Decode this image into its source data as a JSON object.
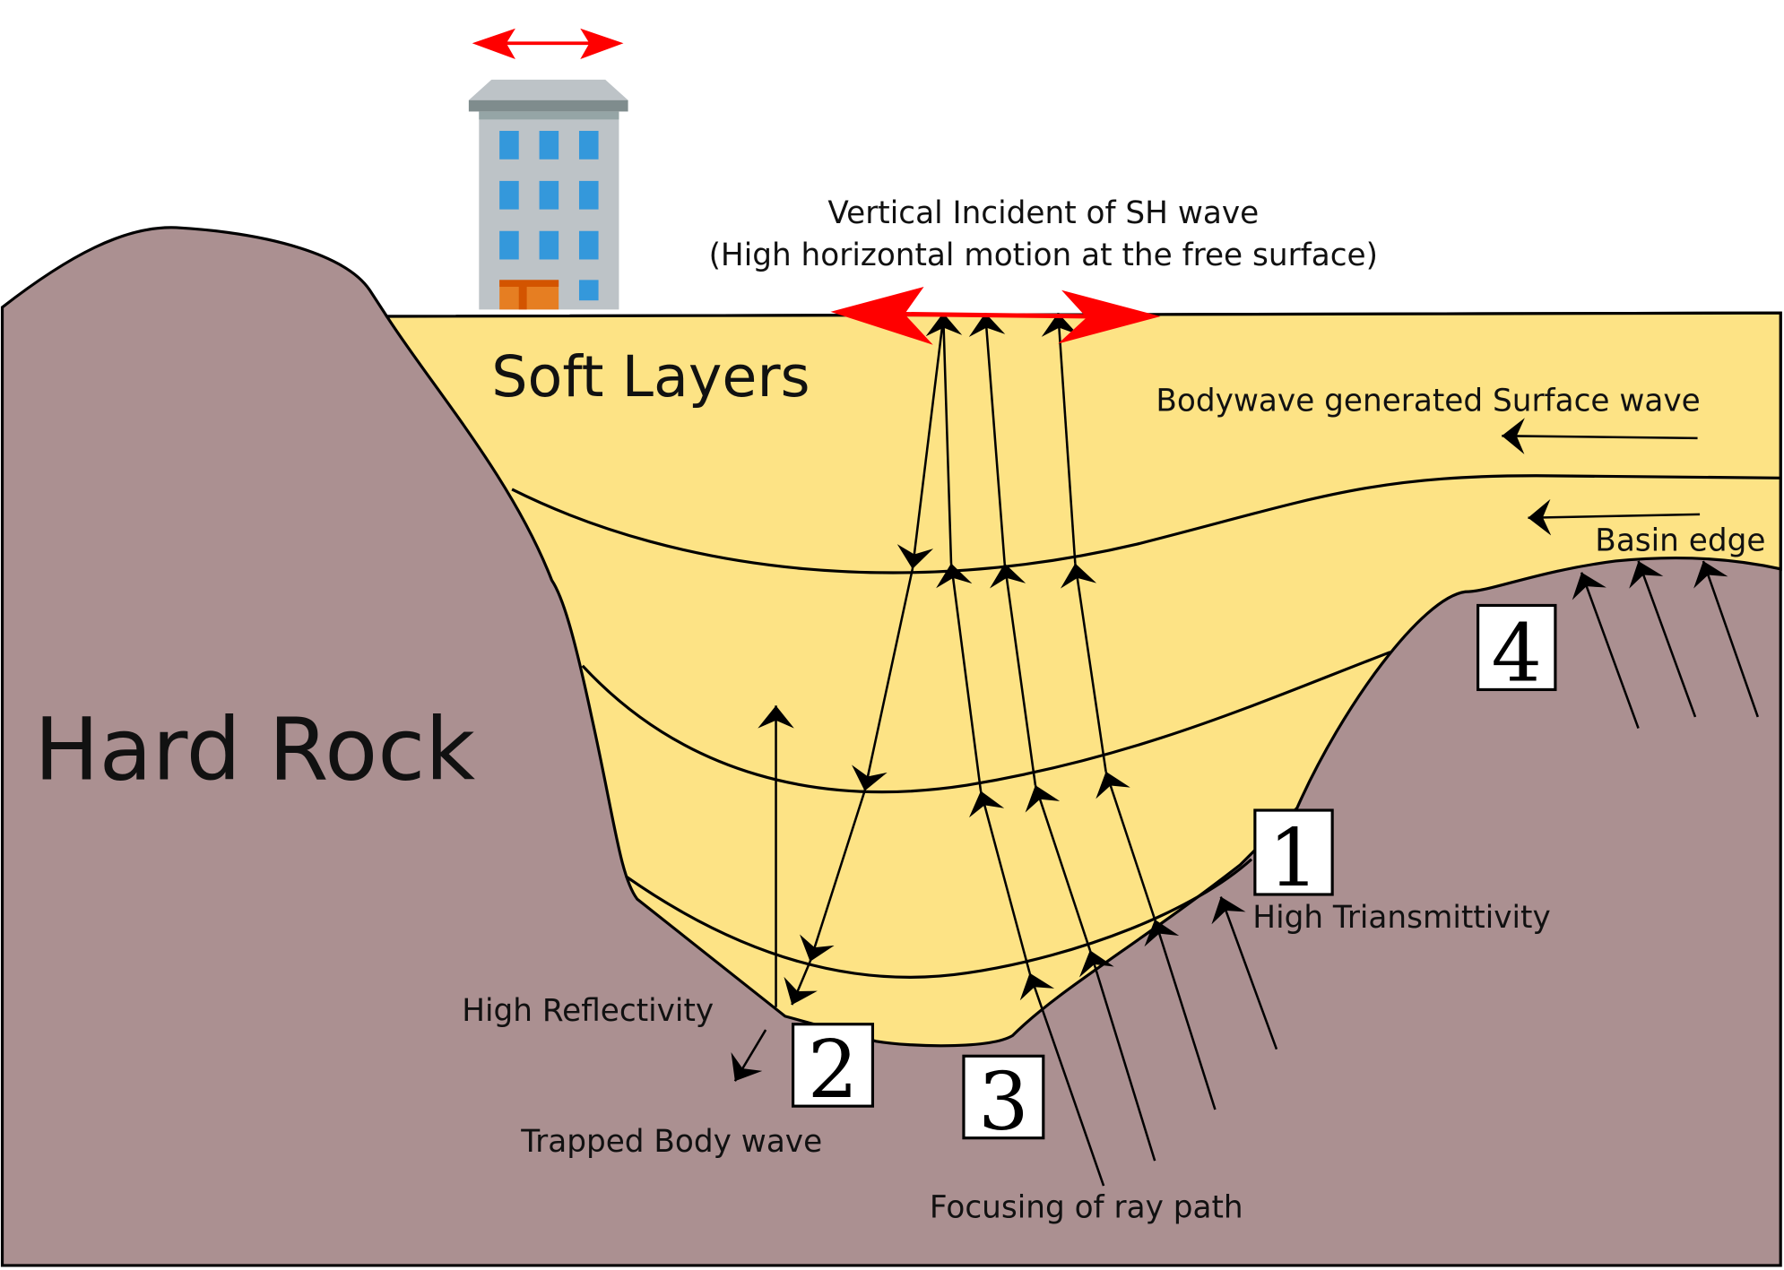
{
  "colors": {
    "hard_rock": "#ab9091",
    "soft_layers": "#fde385",
    "motion_arrow": "#ff0000",
    "window": "#3498db",
    "door": "#e67e22",
    "building": "#bdc3c7"
  },
  "labels": {
    "title_line1": "Vertical Incident of SH wave",
    "title_line2": "(High horizontal motion at the free surface)",
    "soft_layers": "Soft Layers",
    "hard_rock": "Hard Rock",
    "surface_wave": "Bodywave generated Surface  wave",
    "basin_edge": "Basin edge",
    "high_transmittivity": "High Triansmittivity",
    "high_reflectivity": "High Reflectivity",
    "trapped_body_wave": "Trapped Body wave",
    "focusing": "Focusing of ray path"
  },
  "markers": [
    {
      "number": "1"
    },
    {
      "number": "2"
    },
    {
      "number": "3"
    },
    {
      "number": "4"
    }
  ],
  "icons": {
    "building": "building-icon",
    "horizontal_motion": "double-arrow-icon"
  }
}
